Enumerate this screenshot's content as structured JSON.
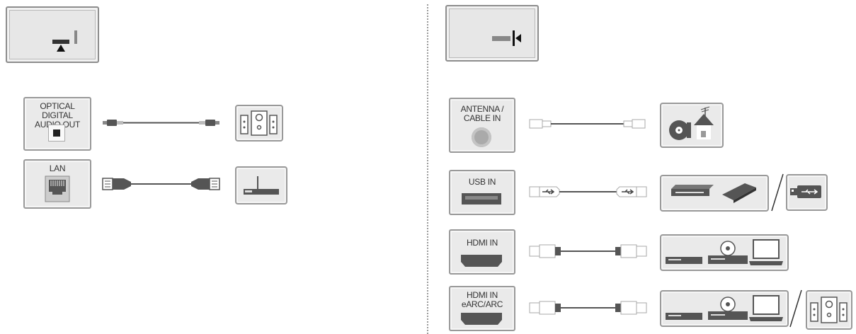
{
  "ports": {
    "optical": {
      "label": "OPTICAL DIGITAL\nAUDIO OUT"
    },
    "lan": {
      "label": "LAN"
    },
    "antenna": {
      "label": "ANTENNA /\nCABLE IN"
    },
    "usb": {
      "label": "USB IN"
    },
    "hdmi": {
      "label": "HDMI IN"
    },
    "hdmi_earc": {
      "label": "HDMI IN\neARC/ARC"
    }
  },
  "icons": [
    "tv-rear-bottom-icon",
    "tv-rear-side-icon",
    "optical-cable-icon",
    "speaker-icon",
    "ethernet-cable-icon",
    "router-icon",
    "coax-cable-icon",
    "antenna-house-icon",
    "usb-cable-icon",
    "external-drive-icon",
    "usb-stick-icon",
    "hdmi-cable-icon",
    "media-devices-icon",
    "laptop-icon"
  ],
  "colors": {
    "line": "#555555",
    "panel": "#eaeaea",
    "border": "#999999"
  }
}
